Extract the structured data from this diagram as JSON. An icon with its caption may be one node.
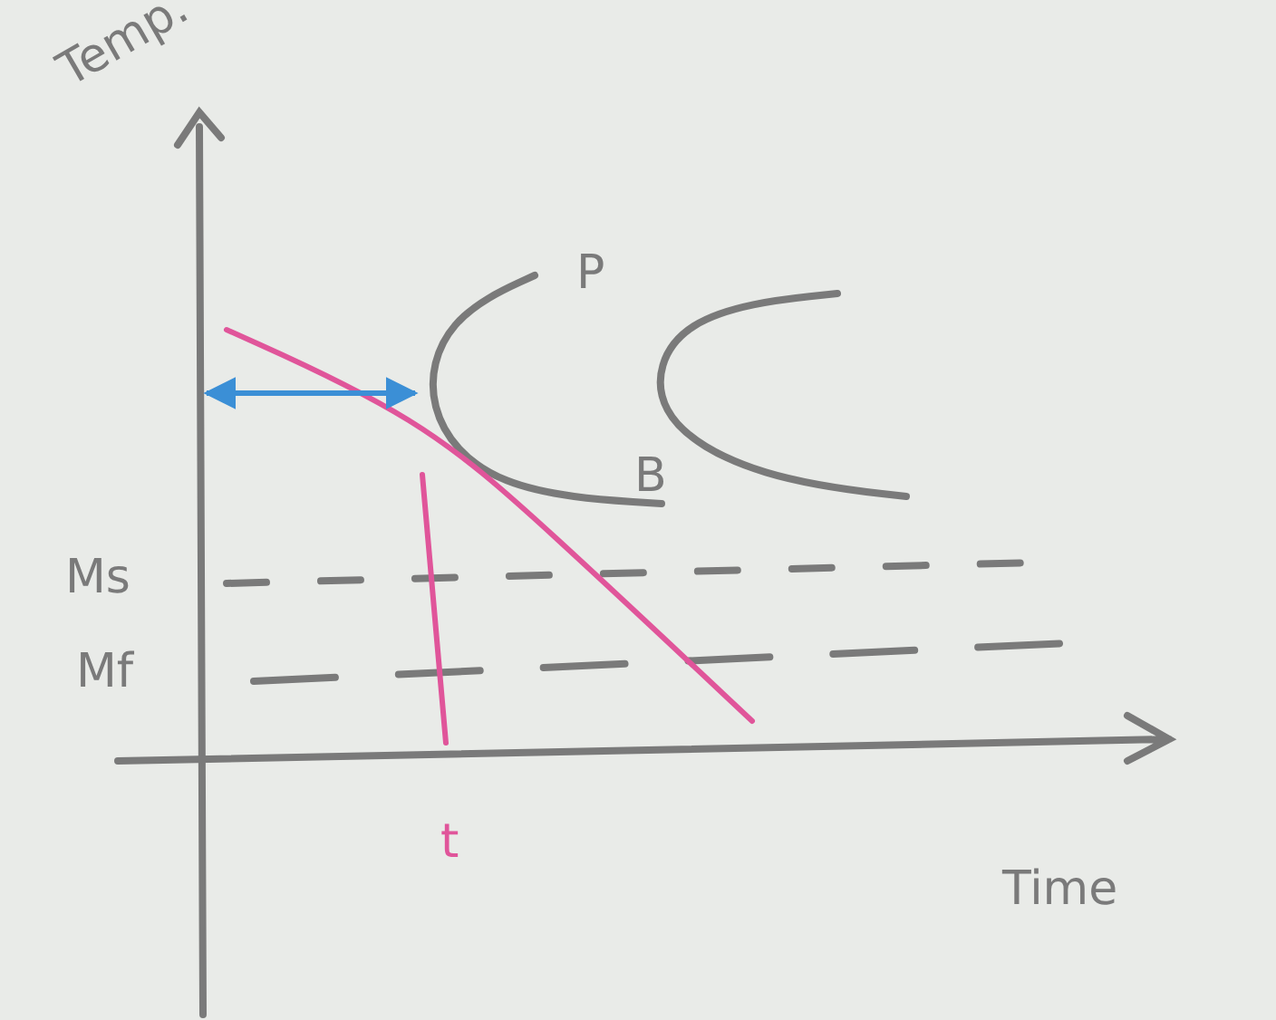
{
  "diagram": {
    "labels": [
      "Temp.",
      "P",
      "B",
      "Ms",
      "Mf",
      "t",
      "Time"
    ]
  }
}
